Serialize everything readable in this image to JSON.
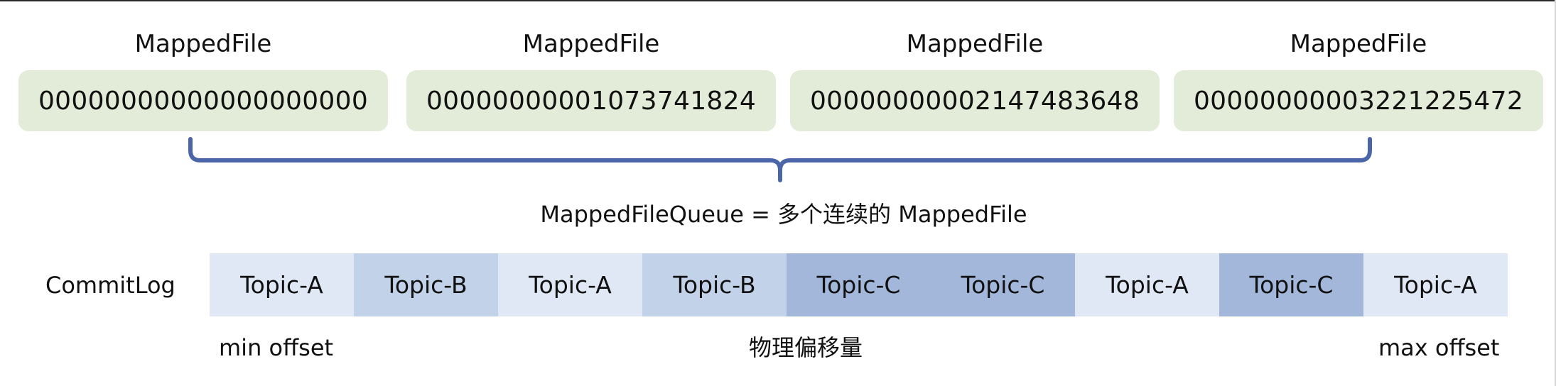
{
  "mapped_files": [
    {
      "title": "MappedFile",
      "offset": "00000000000000000000"
    },
    {
      "title": "MappedFile",
      "offset": "00000000001073741824"
    },
    {
      "title": "MappedFile",
      "offset": "00000000002147483648"
    },
    {
      "title": "MappedFile",
      "offset": "00000000003221225472"
    }
  ],
  "queue_label": "MappedFileQueue = 多个连续的 MappedFile",
  "commitlog": {
    "label": "CommitLog",
    "cells": [
      {
        "text": "Topic-A",
        "color": "#e1e8f5"
      },
      {
        "text": "Topic-B",
        "color": "#c2d2e9"
      },
      {
        "text": "Topic-A",
        "color": "#e1e8f5"
      },
      {
        "text": "Topic-B",
        "color": "#c2d2e9"
      },
      {
        "text": "Topic-C",
        "color": "#a3b7da"
      },
      {
        "text": "Topic-C",
        "color": "#a3b7da"
      },
      {
        "text": "Topic-A",
        "color": "#e1e8f5"
      },
      {
        "text": "Topic-C",
        "color": "#a3b7da"
      },
      {
        "text": "Topic-A",
        "color": "#e1e8f5"
      }
    ]
  },
  "offsets": {
    "min": "min offset",
    "physical": "物理偏移量",
    "max": "max offset"
  },
  "colors": {
    "mapped_file_bg": "#e3ecd9",
    "brace": "#4a66a8"
  }
}
